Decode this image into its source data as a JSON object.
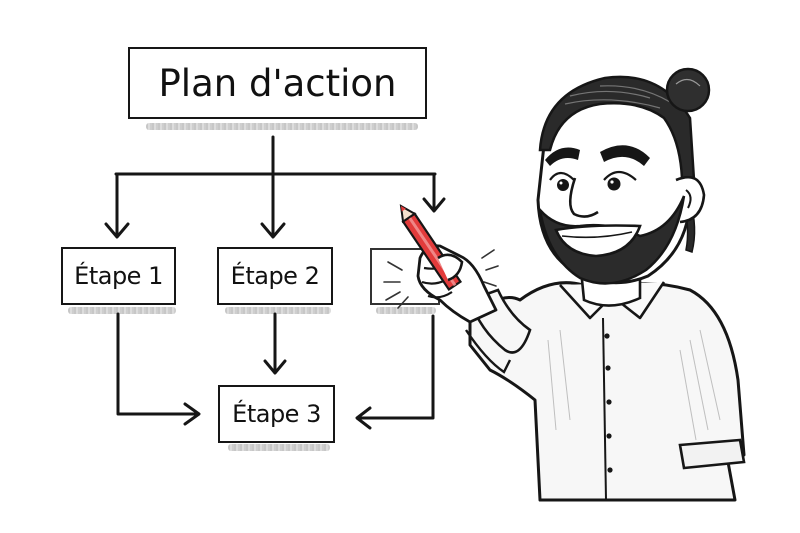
{
  "diagram": {
    "title": "Plan d'action",
    "steps": [
      {
        "id": "step1",
        "label": "Étape 1"
      },
      {
        "id": "step2",
        "label": "Étape 2"
      },
      {
        "id": "step3",
        "label": "Étape 3"
      },
      {
        "id": "step4",
        "label": ""
      }
    ],
    "connections": [
      {
        "from": "title",
        "to": "step1"
      },
      {
        "from": "title",
        "to": "step2"
      },
      {
        "from": "title",
        "to": "step4"
      },
      {
        "from": "step1",
        "to": "step3"
      },
      {
        "from": "step2",
        "to": "step3"
      },
      {
        "from": "step4",
        "to": "step3"
      }
    ]
  },
  "illustration": {
    "subject": "bearded man with hair bun holding red pencil",
    "pencil_color": "#e23b3b",
    "line_color": "#161616"
  }
}
